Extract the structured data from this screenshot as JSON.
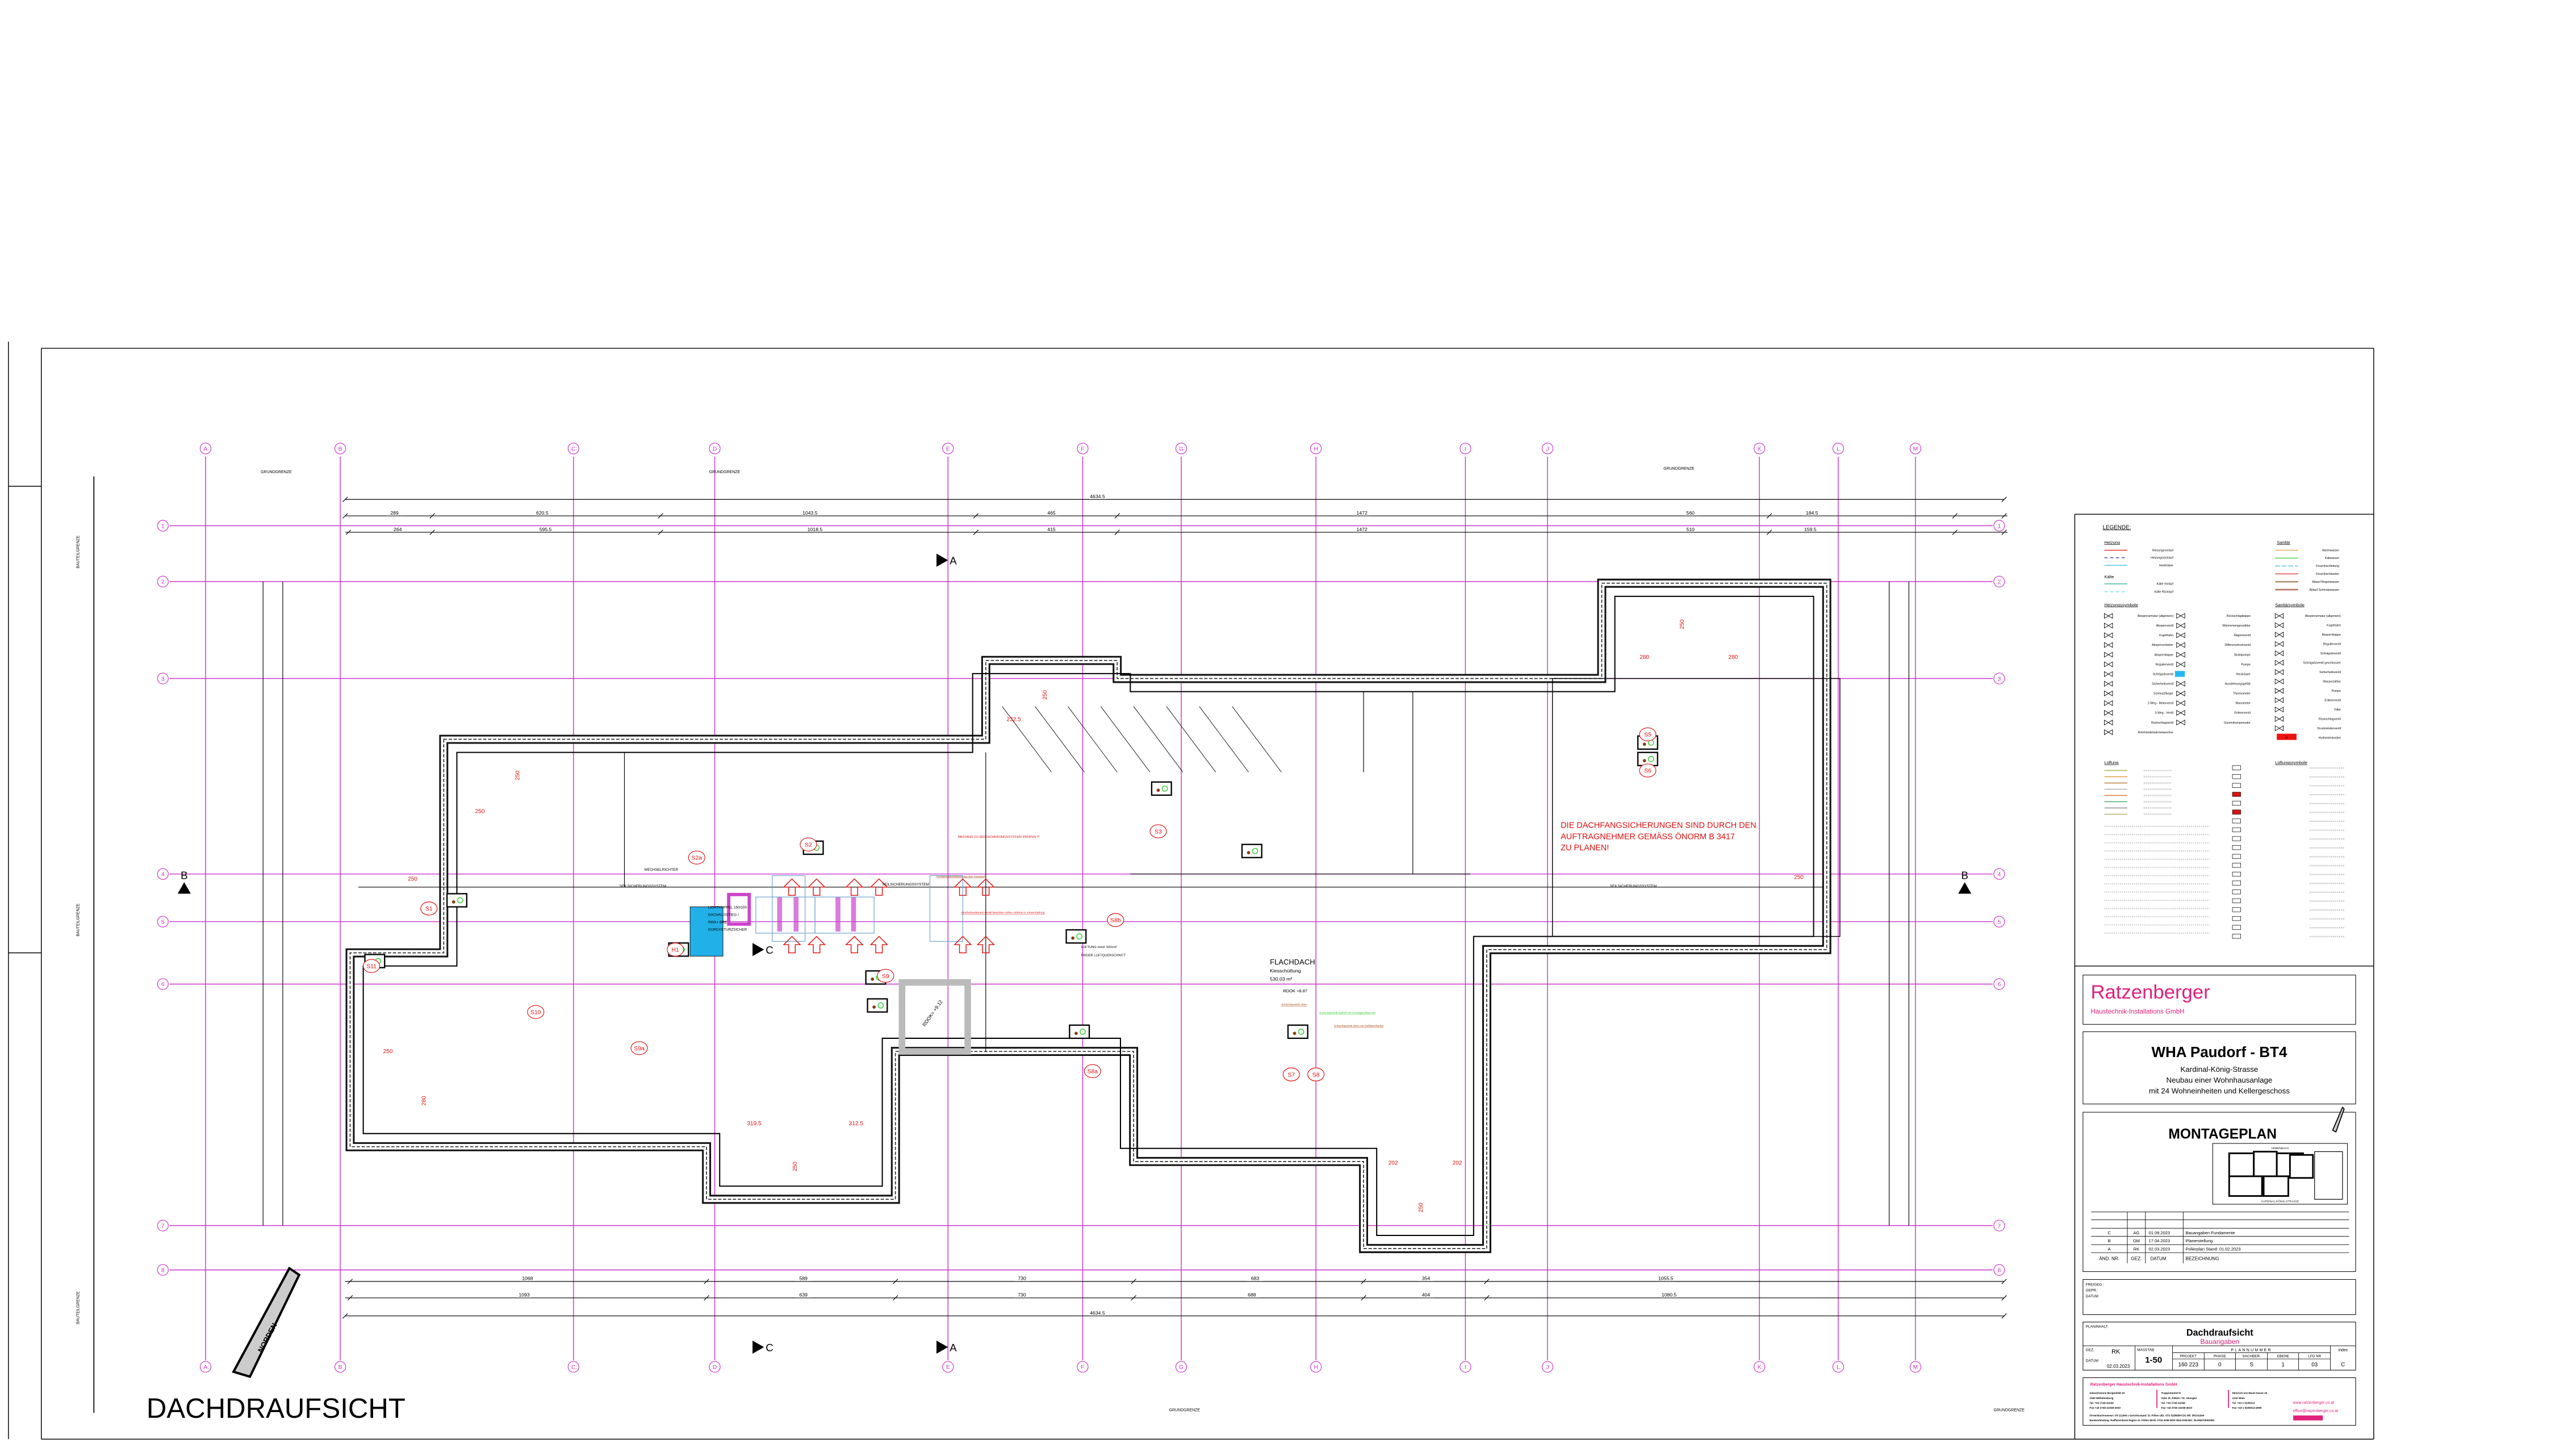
{
  "colors": {
    "grid": "#cc33cc",
    "brand": "#e0207a",
    "red": "#e01010",
    "green": "#33cc33",
    "blue": "#22b0e8",
    "purple": "#cc44cc"
  },
  "drawing": {
    "title": "DACHDRAUFSICHT",
    "north_label": "NORDEN",
    "grid_columns": [
      "A",
      "B",
      "C",
      "D",
      "E",
      "F",
      "G",
      "H",
      "I",
      "J",
      "K",
      "L",
      "M"
    ],
    "grid_rows": [
      "1",
      "2",
      "3",
      "4",
      "5",
      "6",
      "7",
      "8"
    ],
    "grundgrenze": "GRUNDGRENZE",
    "bauteilgrenze": "BAUTEILGRENZE",
    "section_a": "A",
    "section_b": "B",
    "section_c": "C",
    "dims_top_total": "4634.5",
    "dims_top_row1": [
      "289",
      "620.5",
      "1043.5",
      "465",
      "1472",
      "560",
      "184.5"
    ],
    "dims_top_row2": [
      "264",
      "595.5",
      "1018.5",
      "415",
      "1472",
      "510",
      "159.5"
    ],
    "dims_bottom_row1": [
      "1068",
      "589",
      "730",
      "683",
      "354",
      "1055.5"
    ],
    "dims_bottom_row2": [
      "1093",
      "639",
      "730",
      "688",
      "404",
      "1080.5"
    ],
    "dims_bottom_total": "4634.5",
    "red_dims": [
      "250",
      "250",
      "250",
      "250",
      "280",
      "232.5",
      "250",
      "280",
      "280",
      "250",
      "250",
      "319.5",
      "312.5",
      "250",
      "202",
      "202",
      "250"
    ],
    "shaft_labels": [
      "S1",
      "S2",
      "S2a",
      "S3",
      "S5",
      "S6",
      "S8b",
      "S9",
      "S10",
      "S9a",
      "S8a",
      "H1",
      "S11",
      "S7",
      "S8"
    ],
    "note_lines": [
      "DIE DACHFANGSICHERUNGEN SIND DURCH DEN",
      "AUFTRAGNEHMER GEMÄSS ÖNORM B 3417",
      "ZU PLANEN!"
    ],
    "flachdach": {
      "title": "FLACHDACH",
      "surface": "Kiesschüttung",
      "area": "530.03 m²",
      "level": "RDOK +8.87"
    },
    "seil_label": "SEILSICHERUNGSSYSTEM",
    "lichtkuppel": [
      "LICHTKUPPEL 150/100",
      "DACHAUSSTIEG /",
      "RWA+ BRE",
      "DURCHSTURZSICHER"
    ],
    "wechselrichter": "WECHSELRICHTER",
    "abstand_note": "ABSTAND ZU SEILSICHERUNGSSYSTEM PRÜFEN !!!",
    "lueftung": [
      "LÜFTUNG mind. 500cm²",
      "FREIER LUFTQUERSCHNITT"
    ],
    "callouts": [
      "Schachtaustritt oben",
      "Schachtaustritt seitlich mit Schrägausblasrohr",
      "Schachtaustritt oben mit Deflektorhaube",
      "Kondensatentwässerung über Kiesdach",
      "Streifenfundament Detail beachten Höhe= 400mm ü. Kiesschüttung"
    ],
    "rdok": "RDOK= +9.12"
  },
  "legend": {
    "title": "LEGENDE:",
    "heizung": {
      "heading": "Heizung",
      "items": [
        "Heizungsvorlauf",
        "Heizungsrücklauf",
        "Heizkörper"
      ]
    },
    "kaelte": {
      "heading": "Kälte",
      "items": [
        "Kälte Vorlauf",
        "Kälte Rücklauf"
      ]
    },
    "sanitaer": {
      "heading": "Sanitär",
      "items": [
        "Warmwasser",
        "Kaltwasser",
        "Feuerlöschleitung",
        "Feuerlöschkasten",
        "Ablauf Regenwasser",
        "Ablauf Schmutzwasser"
      ]
    },
    "heizungssymbole": {
      "heading": "Heizungssymbole",
      "col1": [
        "Absperrarmatur (allgemein)",
        "Absperrventil",
        "Kugelhahn",
        "Absperrschieber",
        "Absperrklappe",
        "Regulierventil",
        "Schrägsitzventil",
        "Sicherheitsventil",
        "Schmutzfänger",
        "2-Weg - Motorventil",
        "3-Weg - Ventil",
        "Rückschlagventil",
        "Rohrbündelwärmetauscher"
      ],
      "col2": [
        "Rückschlagklappe",
        "Wärmemengenzähler",
        "Magnetventil",
        "Differenzdruckventil",
        "Strahlpumpe",
        "Pumpe",
        "Heizkörper",
        "Ausdehnungsgefäß",
        "Thermometer",
        "Manometer",
        "Entleerventil",
        "Gummikompensator"
      ]
    },
    "sanitaersymbole": {
      "heading": "Sanitärsymbole",
      "items": [
        "Absperrarmatur (allgemein)",
        "Kugelhahn",
        "Absperrklappe",
        "Regulierventil",
        "Schrägsitzventil",
        "Schrägsitzventil geschlossen",
        "Sicherheitsventil",
        "Wasserzähler",
        "Pumpe",
        "Entleerventil",
        "Filter",
        "Rückschlagventil",
        "Druckminderventil",
        "Hydrantenkasten"
      ]
    },
    "hydrant_letter": "H",
    "lueftung_heading": "Lüftung",
    "lueftungssymbole_heading": "Lüftungssymbole"
  },
  "title_block": {
    "company": "Ratzenberger",
    "company_sub": "Haustechnik-Installations GmbH",
    "project_title": "WHA Paudorf - BT4",
    "project_lines": [
      "Kardinal-König-Strasse",
      "Neubau einer Wohnhausanlage",
      "mit 24 Wohneinheiten und Kellergeschoss"
    ],
    "plan_type": "MONTAGEPLAN",
    "keymap_top": "HÖBENBACH",
    "keymap_bottom": "KARDINAL-KÖNIG-STRASSE",
    "revisions": [
      {
        "nr": "C",
        "gez": "AG",
        "datum": "01.09.2023",
        "bez": "Bauangaben Fundamente"
      },
      {
        "nr": "B",
        "gez": "GM",
        "datum": "17.04.2023",
        "bez": "Planerstellung"
      },
      {
        "nr": "A",
        "gez": "RK",
        "datum": "02.03.2023",
        "bez": "Polierplan Stand: 01.02.2023"
      }
    ],
    "rev_headers": {
      "nr": "ÄND. NR.",
      "gez": "GEZ.",
      "datum": "DATUM",
      "bez": "BEZEICHNUNG"
    },
    "approval": [
      "FREIGEG.:",
      "GEPR.:",
      "DATUM"
    ],
    "planinhalt_label": "PLANINHALT:",
    "planinhalt": "Dachdraufsicht",
    "planinhalt_sub": "Bauangaben",
    "gez_label": "GEZ.:",
    "gez": "RK",
    "datum_label": "DATUM",
    "datum": "02.03.2023",
    "masstab_label": "MASSTAB",
    "masstab": "1-50",
    "plannummer_label": "PLANNUMMER",
    "index_label": "Index",
    "plannummer": [
      {
        "label": "PROJEKT",
        "value": "160 223"
      },
      {
        "label": "PHASE",
        "value": "0"
      },
      {
        "label": "SACHBER.",
        "value": "S"
      },
      {
        "label": "EBENE",
        "value": "1"
      },
      {
        "label": "LFD NR",
        "value": "03"
      }
    ],
    "index": "C",
    "footer_company": "Ratzenberger Haustechnik-Installations GmbH",
    "addresses": [
      [
        "Industriezone Burgenfeld 10",
        "3150 Wilhelmsburg",
        "Tel. +43 2746 41046",
        "Fax +43 2746 41046-4033"
      ],
      [
        "Trappistenhof 8",
        "3151 St. Pölten / St. Georgen",
        "Tel. +43 2746 41046",
        "Fax +43 2746 41046-4033"
      ],
      [
        "Heinrich-von-Buol-Gasse 10",
        "1210 Wien",
        "Tel. +43 1 5239314",
        "Fax +43 1 5239314-4090"
      ]
    ],
    "registry": [
      "Firmenbuchnummer: FN 211949 s   Gerichtsstand: St. Pölten   UID: ATU 52566804   DG NR: 500141944",
      "Bankverbindung: Raiffeisenbank Region St. Pölten   IBAN: AT34 3258 5000 0004 0196   BIC: RLNWATWWOBG"
    ],
    "website": "www.ratzenberger.co.at",
    "email": "office@ratzenberger.co.at"
  }
}
